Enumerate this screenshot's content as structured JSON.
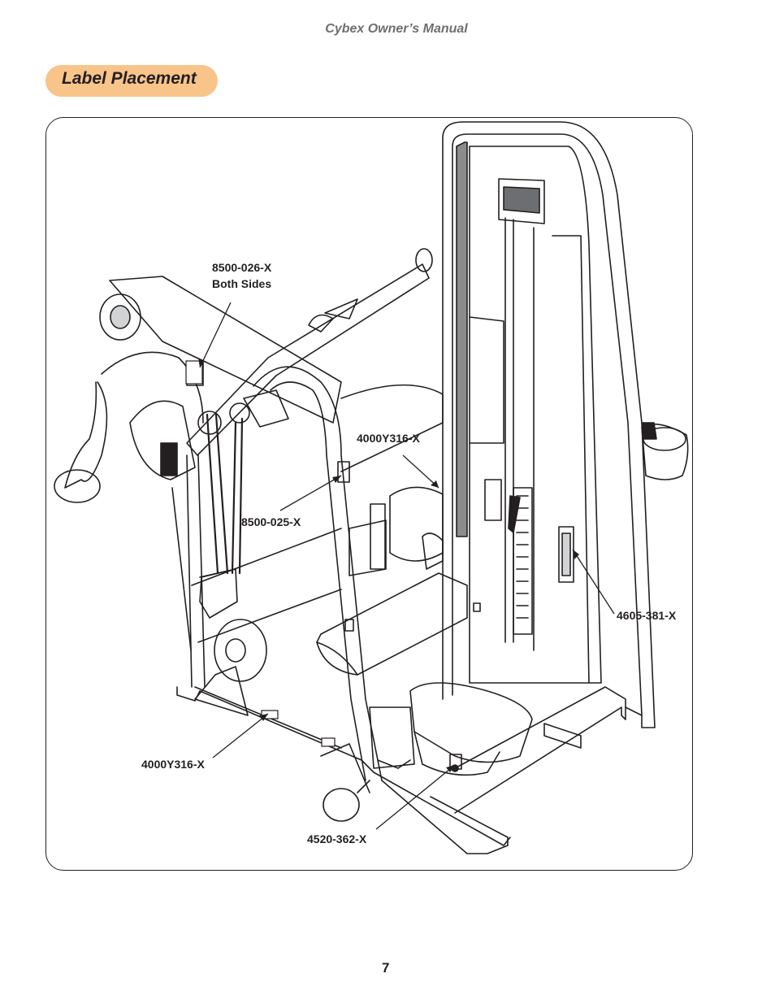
{
  "header": {
    "manual_title": "Cybex Owner’s Manual"
  },
  "section": {
    "title": "Label Placement"
  },
  "callouts": [
    {
      "part": "8500-026-X",
      "note": "Both Sides"
    },
    {
      "part": "4000Y316-X"
    },
    {
      "part": "8500-025-X"
    },
    {
      "part": "4605-381-X"
    },
    {
      "part": "4000Y316-X"
    },
    {
      "part": "4520-362-X"
    }
  ],
  "footer": {
    "page_number": "7"
  }
}
